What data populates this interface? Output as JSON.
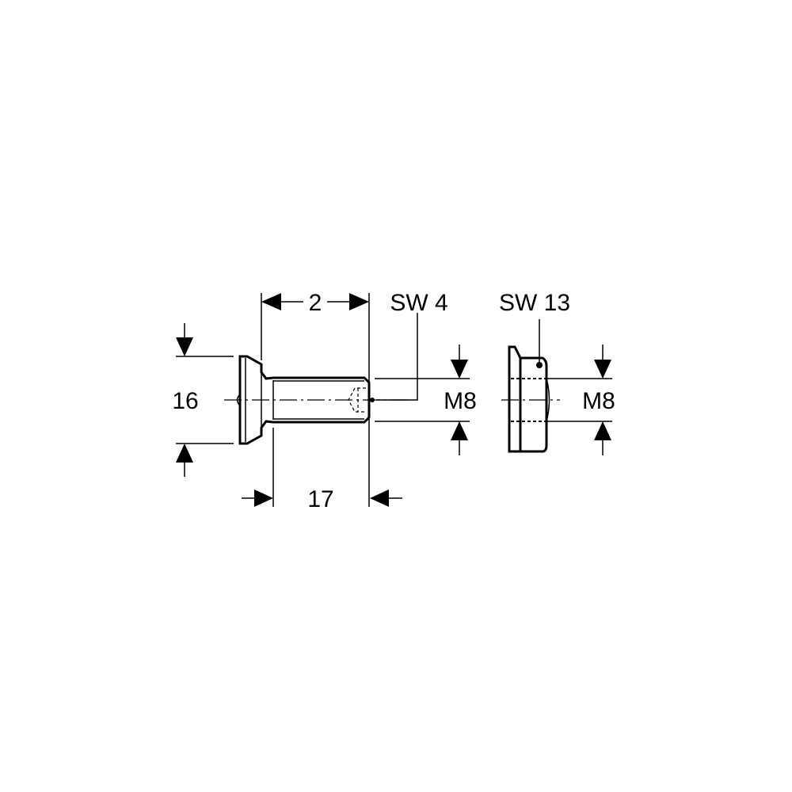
{
  "labels": {
    "length_top": "2",
    "head_diameter": "16",
    "thread_length": "17",
    "screw_key_size": "SW 4",
    "screw_thread": "M8",
    "nut_key_size": "SW 13",
    "nut_thread": "M8"
  }
}
